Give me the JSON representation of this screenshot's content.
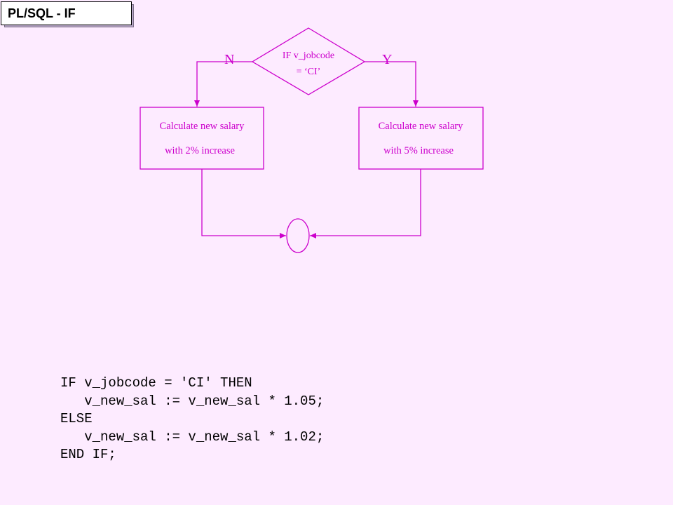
{
  "slide": {
    "title": "PL/SQL - IF",
    "background": "#FDEBFF",
    "accent": "#CC00CC"
  },
  "flowchart": {
    "decision": {
      "line1": "IF v_jobcode",
      "line2": "= ‘CI’"
    },
    "branch_no_label": "N",
    "branch_yes_label": "Y",
    "box_no": {
      "line1": "Calculate new salary",
      "line2": "with 2% increase"
    },
    "box_yes": {
      "line1": "Calculate new salary",
      "line2": "with 5% increase"
    }
  },
  "code": {
    "lines": [
      "IF v_jobcode = 'CI' THEN",
      "   v_new_sal := v_new_sal * 1.05;",
      "ELSE",
      "   v_new_sal := v_new_sal * 1.02;",
      "END IF;"
    ]
  }
}
